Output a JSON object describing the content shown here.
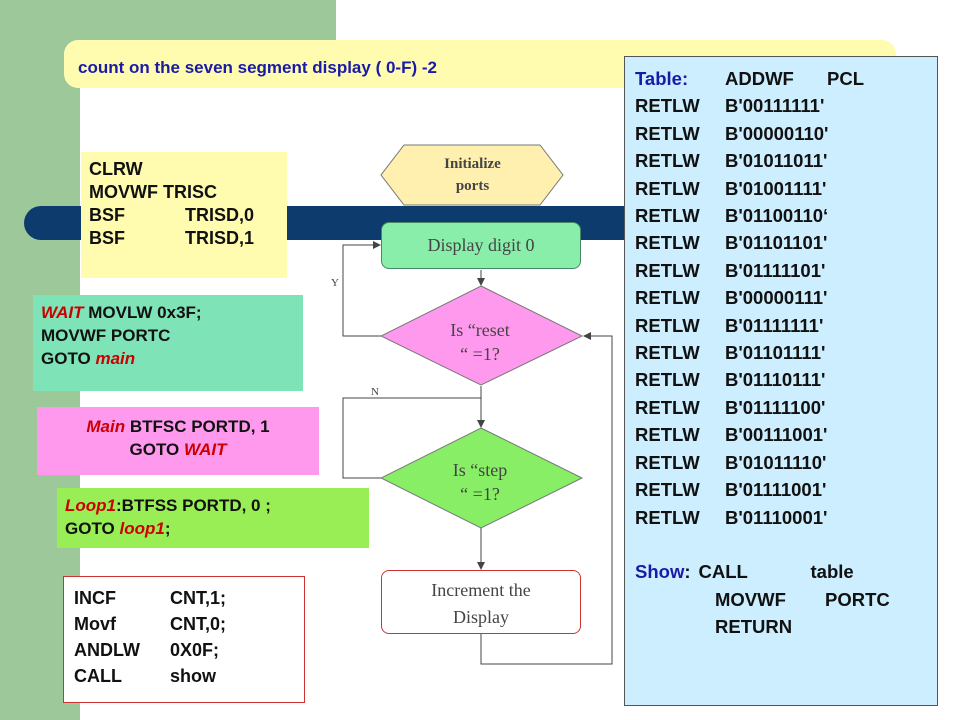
{
  "title": "count on the seven segment display ( 0-F) -2",
  "clrw_block": [
    [
      "CLRW",
      ""
    ],
    [
      "MOVWF TRISC",
      ""
    ],
    [
      "BSF",
      "TRISD,0"
    ],
    [
      "BSF",
      "TRISD,1"
    ]
  ],
  "wait_block": {
    "label": "WAIT",
    "line1": " MOVLW 0x3F;",
    "line2": "MOVWF PORTC",
    "line3_prefix": "GOTO ",
    "line3_target": "main"
  },
  "main_block": {
    "label": "Main",
    "line1": " BTFSC PORTD, 1",
    "line2_prefix": "GOTO ",
    "line2_target": "WAIT"
  },
  "loop_block": {
    "label": "Loop1",
    "line1": ":BTFSS PORTD, 0 ;",
    "line2_prefix": "GOTO ",
    "line2_target": "loop1",
    "line2_suffix": ";"
  },
  "incf_block": [
    [
      "INCF",
      "CNT,1;"
    ],
    [
      "Movf",
      "CNT,0;"
    ],
    [
      "ANDLW",
      "0X0F;"
    ],
    [
      "CALL",
      "show"
    ]
  ],
  "table": {
    "header_label": "Table:",
    "header_op": "ADDWF",
    "header_arg": "PCL",
    "rows": [
      [
        "RETLW",
        "B'00111111'"
      ],
      [
        "RETLW",
        "B'00000110'"
      ],
      [
        "RETLW",
        "B'01011011'"
      ],
      [
        "RETLW",
        "B'01001111'"
      ],
      [
        "RETLW",
        "B'01100110‘"
      ],
      [
        "RETLW",
        "B'01101101'"
      ],
      [
        "RETLW",
        "B'01111101'"
      ],
      [
        "RETLW",
        "B'00000111'"
      ],
      [
        "RETLW",
        "B'01111111'"
      ],
      [
        "RETLW",
        "B'01101111'"
      ],
      [
        "RETLW",
        "B'01110111'"
      ],
      [
        "RETLW",
        "B'01111100'"
      ],
      [
        "RETLW",
        "B'00111001'"
      ],
      [
        "RETLW",
        "B'01011110'"
      ],
      [
        "RETLW",
        "B'01111001'"
      ],
      [
        "RETLW",
        "B'01110001'"
      ]
    ],
    "show_label": "Show",
    "show_colon": ":",
    "show_op": "CALL",
    "show_arg": "table",
    "movwf_op": "MOVWF",
    "movwf_arg": "PORTC",
    "return_op": "RETURN"
  },
  "flowchart": {
    "init_line1": "Initialize",
    "init_line2": "ports",
    "display_digit": "Display digit 0",
    "reset_line1": "Is “reset",
    "reset_line2": "“ =1?",
    "step_line1": "Is “step",
    "step_line2": "“ =1?",
    "increment_line1": "Increment the",
    "increment_line2": "Display",
    "yes_label": "Y",
    "no_label": "N"
  },
  "colors": {
    "sidebar_green": "#9dc89a",
    "navy_bar": "#0d3b6e",
    "title_bg": "#fffcb0",
    "title_text": "#1a1aa8",
    "wait_bg": "#7fe3b8",
    "main_bg": "#ff99ee",
    "loop_bg": "#99ee55",
    "table_bg": "#cceeff",
    "diamond_init": "#fff0b0",
    "diamond_reset": "#ff99ee",
    "diamond_step": "#88ee66",
    "display_rect": "#88eeaa"
  }
}
